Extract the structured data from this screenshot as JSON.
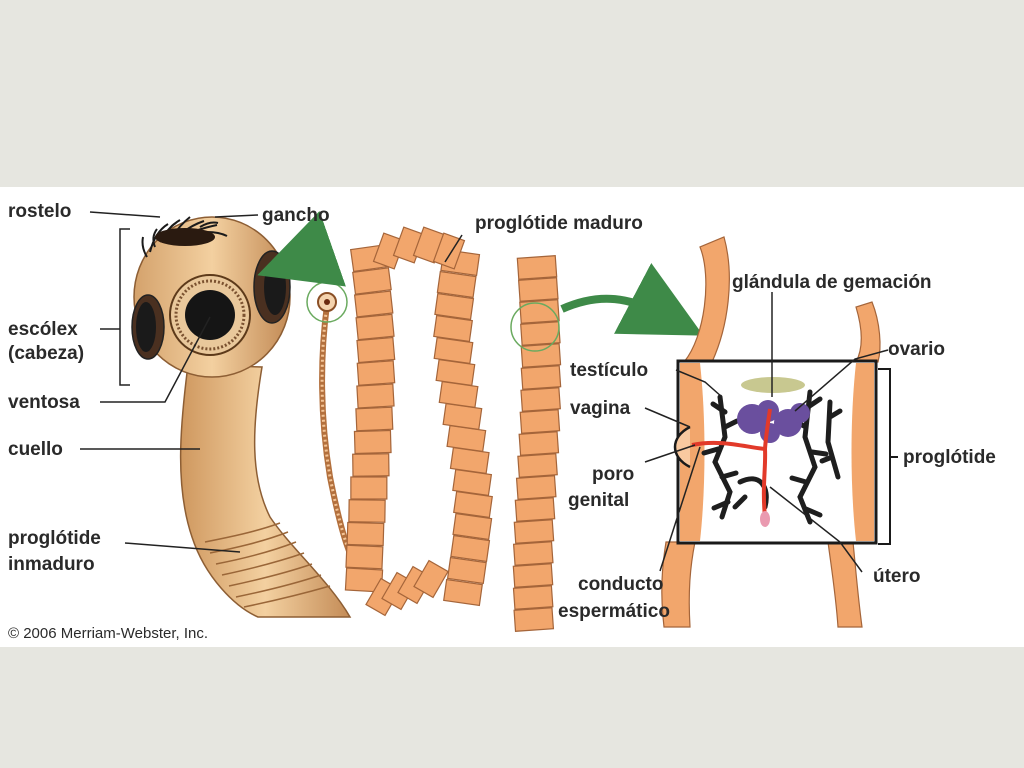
{
  "labels": {
    "rostelo": "rostelo",
    "gancho": "gancho",
    "escolex_1": "escólex",
    "escolex_2": "(cabeza)",
    "ventosa": "ventosa",
    "cuello": "cuello",
    "inmaduro_1": "proglótide",
    "inmaduro_2": "inmaduro",
    "maduro": "proglótide maduro",
    "glandula": "glándula de gemación",
    "ovario": "ovario",
    "testiculo": "testículo",
    "vagina": "vagina",
    "poro_1": "poro",
    "poro_2": "genital",
    "proglotide": "proglótide",
    "conducto_1": "conducto",
    "conducto_2": "espermático",
    "utero": "útero"
  },
  "copyright": "© 2006 Merriam-Webster, Inc.",
  "colors": {
    "segment": "#f2a66c",
    "segment_light": "#f8c9a0",
    "segment_edge": "#a5653a",
    "arrow": "#3e8a48",
    "uterus": "#1e1e1e",
    "ovary": "#6a4f9e",
    "duct": "#e23a2a",
    "gland": "#c8c890"
  }
}
